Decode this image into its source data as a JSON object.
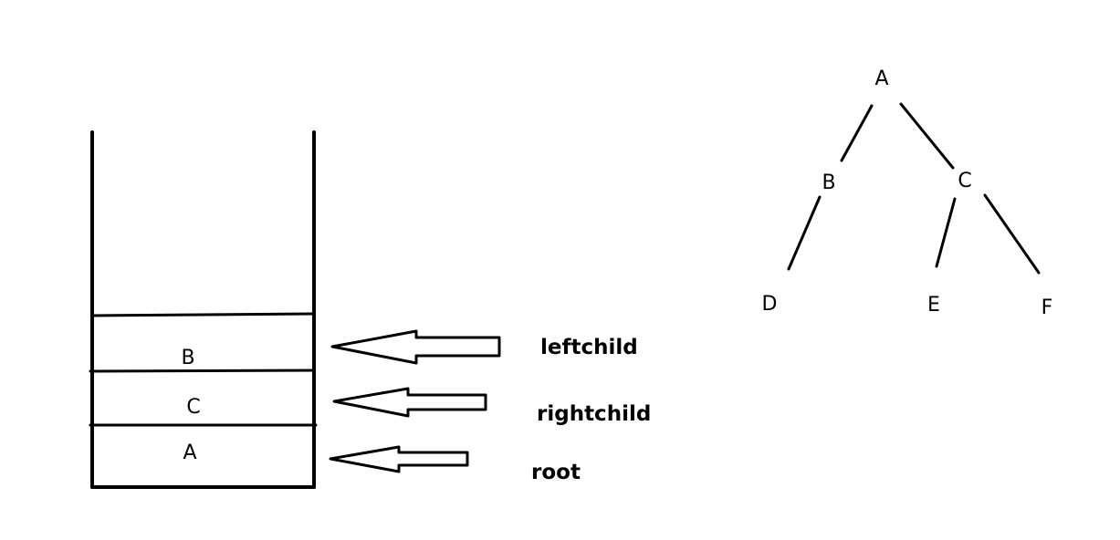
{
  "stack": {
    "cells": [
      {
        "label": "B"
      },
      {
        "label": "C"
      },
      {
        "label": "A"
      }
    ]
  },
  "pointers": [
    {
      "label": "leftchild"
    },
    {
      "label": "rightchild"
    },
    {
      "label": "root"
    }
  ],
  "tree": {
    "nodes": {
      "a": "A",
      "b": "B",
      "c": "C",
      "d": "D",
      "e": "E",
      "f": "F"
    },
    "edges": [
      [
        "A",
        "B"
      ],
      [
        "A",
        "C"
      ],
      [
        "B",
        "D"
      ],
      [
        "C",
        "E"
      ],
      [
        "C",
        "F"
      ]
    ]
  }
}
